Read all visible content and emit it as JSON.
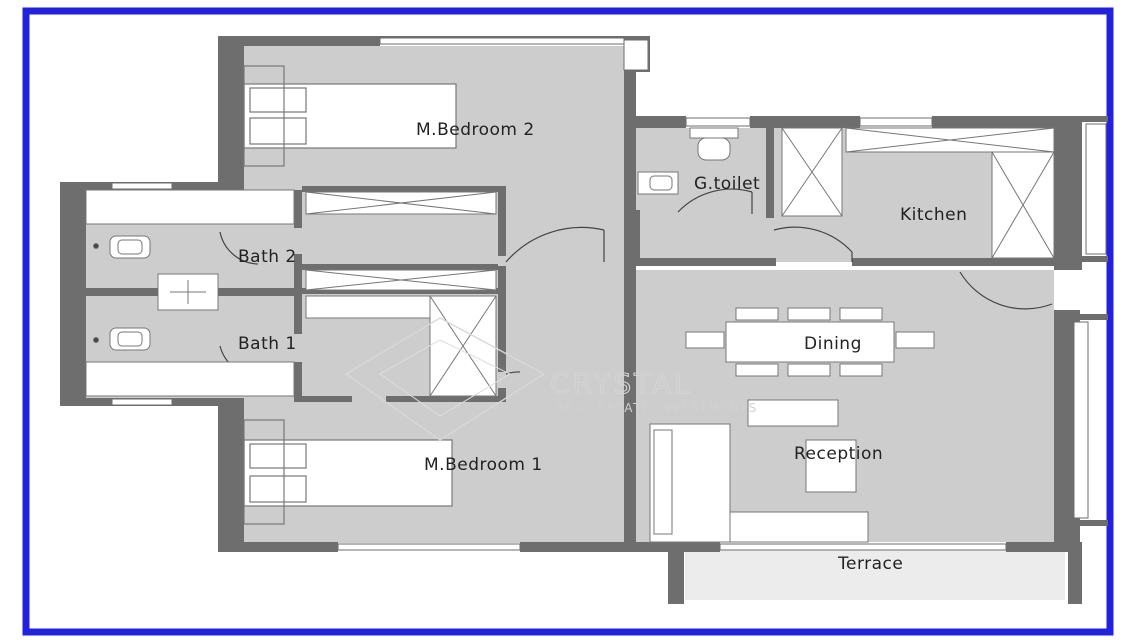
{
  "rooms": {
    "master_bedroom_2": "M.Bedroom 2",
    "guest_toilet": "G.toilet",
    "kitchen": "Kitchen",
    "bath_2": "Bath 2",
    "bath_1": "Bath 1",
    "dining": "Dining",
    "master_bedroom_1": "M.Bedroom 1",
    "reception": "Reception",
    "terrace": "Terrace"
  },
  "watermark": {
    "brand": "CRYSTAL",
    "tagline": "REAL ESTATE INVESTMENTS"
  },
  "colors": {
    "frame_border": "#2222dd",
    "floor": "#cdcdcd",
    "wall": "#6e6e6e"
  }
}
